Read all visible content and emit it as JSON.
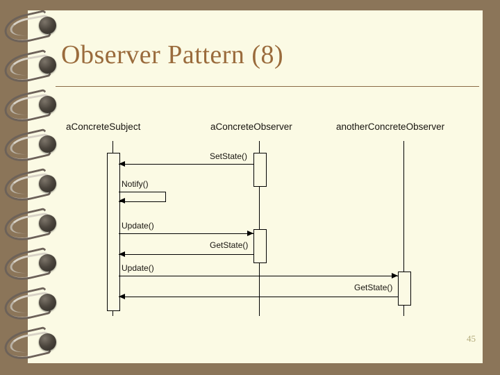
{
  "slide": {
    "title": "Observer Pattern (8)",
    "page_number": "45",
    "theme": {
      "background": "#8b7559",
      "paper": "#fbfae4",
      "title_color": "#9a6b3c",
      "rule_color": "#8a6a46",
      "page_number_color": "#b3ab7c",
      "diagram_ink": "#000000"
    }
  },
  "diagram": {
    "type": "uml-sequence-diagram",
    "lifelines": [
      {
        "id": "subject",
        "label": "aConcreteSubject"
      },
      {
        "id": "observer1",
        "label": "aConcreteObserver"
      },
      {
        "id": "observer2",
        "label": "anotherConcreteObserver"
      }
    ],
    "messages": [
      {
        "label": "SetState()",
        "from": "observer1",
        "to": "subject",
        "direction": "left",
        "kind": "call"
      },
      {
        "label": "Notify()",
        "from": "subject",
        "to": "subject",
        "direction": "self",
        "kind": "self-call"
      },
      {
        "label": "Update()",
        "from": "subject",
        "to": "observer1",
        "direction": "right",
        "kind": "call"
      },
      {
        "label": "GetState()",
        "from": "observer1",
        "to": "subject",
        "direction": "left",
        "kind": "call"
      },
      {
        "label": "Update()",
        "from": "subject",
        "to": "observer2",
        "direction": "right",
        "kind": "call"
      },
      {
        "label": "GetState()",
        "from": "observer2",
        "to": "subject",
        "direction": "left",
        "kind": "call"
      }
    ]
  }
}
